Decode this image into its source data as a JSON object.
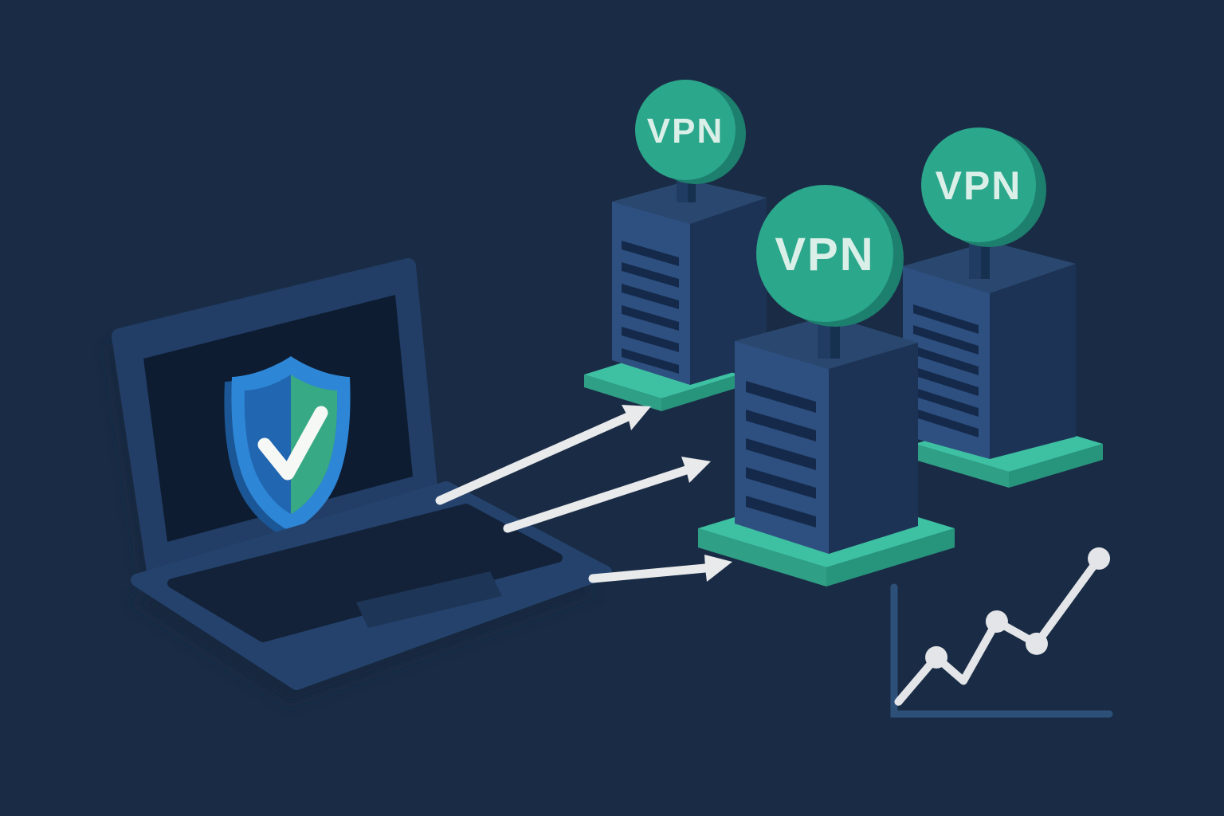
{
  "scene": {
    "description": "Isometric illustration: laptop with security shield check connecting by arrows to three VPN server towers, plus decorative growth chart"
  },
  "laptop": {
    "screen_icon": "shield-checkmark-icon"
  },
  "servers": [
    {
      "id": "server-back-left",
      "label": "VPN"
    },
    {
      "id": "server-front-middle",
      "label": "VPN"
    },
    {
      "id": "server-back-right",
      "label": "VPN"
    }
  ],
  "connections": {
    "count": 3,
    "style": "white outlined arrows from laptop to servers"
  },
  "chart_data": {
    "type": "line",
    "x_frac_pct": [
      2,
      19.5,
      32,
      47.4,
      65.8,
      94.5
    ],
    "values": [
      6,
      42,
      23,
      71,
      53,
      122
    ],
    "marker_indices": [
      1,
      3,
      4,
      5
    ],
    "title": "",
    "xlabel": "",
    "ylabel": "",
    "grid": false,
    "legend": false,
    "axes_style": "bare L-shaped axes, no ticks or labels"
  },
  "colors": {
    "background": "#1a2c45",
    "cast_shadow": "#15253e",
    "laptop_lid": "#223e66",
    "laptop_body": "#24426c",
    "laptop_screen": "#0e1c31",
    "keyboard_well": "#132238",
    "trackpad": "#1d3556",
    "shield_rim": "#1b5796",
    "shield_blue": "#2e86d6",
    "shield_dark_blue": "#2166b0",
    "shield_green": "#38a985",
    "checkmark": "#f6f8f5",
    "server_front": "#2e5080",
    "server_side": "#1c3355",
    "server_top": "#2a486f",
    "server_slat": "#152a4b",
    "server_stem": "#203c63",
    "server_stem_dark": "#16304f",
    "platform_top": "#3ec0a2",
    "platform_left": "#2f9f86",
    "platform_right": "#27947c",
    "sign_face": "#2ba78c",
    "sign_side": "#1d7f6d",
    "sign_text": "#daefe8",
    "arrow": "#e9eaec",
    "chart_axis": "#2c5078",
    "chart_line": "#e3e5e8"
  }
}
